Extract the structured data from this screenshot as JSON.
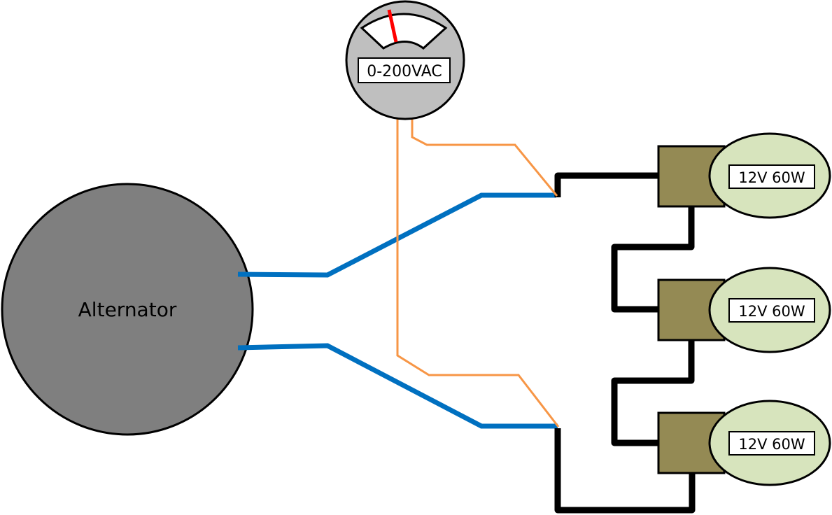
{
  "diagram": {
    "type": "wiring-diagram",
    "alternator": {
      "label": "Alternator",
      "fill": "#7f7f7f"
    },
    "voltmeter": {
      "label": "0-200VAC",
      "fill": "#bfbfbf",
      "needle_color": "#ff0000"
    },
    "lamps": [
      {
        "label": "12V 60W"
      },
      {
        "label": "12V 60W"
      },
      {
        "label": "12V 60W"
      }
    ],
    "colors": {
      "main_wire": "#0070c0",
      "meter_wire": "#f79646",
      "series_wire": "#000000",
      "lamp_base": "#948a54",
      "lamp_bulb": "#d7e4bd"
    }
  }
}
